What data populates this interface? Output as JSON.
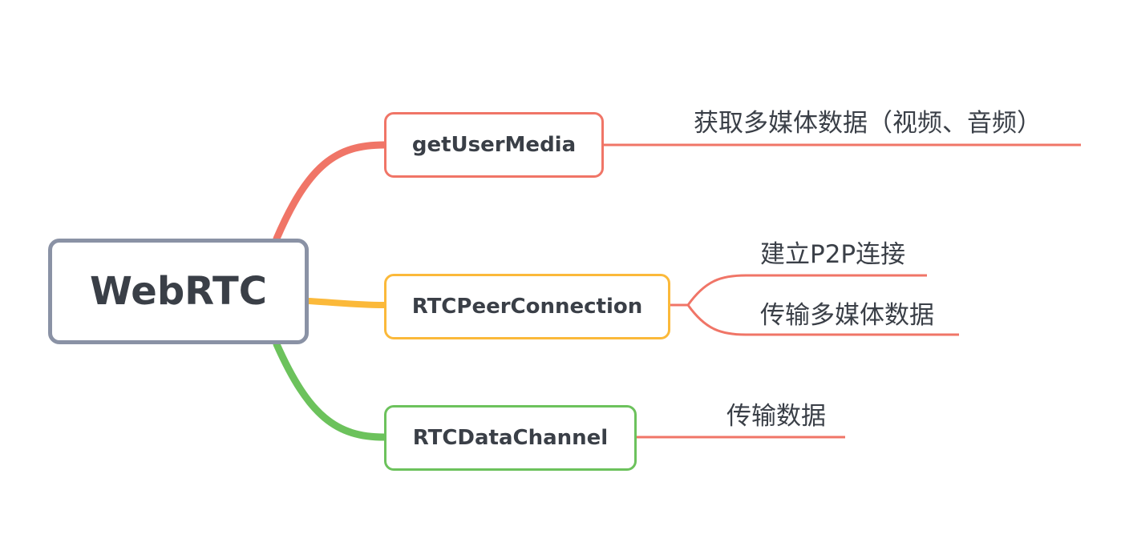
{
  "root": {
    "label": "WebRTC"
  },
  "branches": [
    {
      "label": "getUserMedia",
      "color": "#f07567",
      "children": [
        "获取多媒体数据（视频、音频）"
      ]
    },
    {
      "label": "RTCPeerConnection",
      "color": "#fbb93a",
      "children": [
        "建立P2P连接",
        "传输多媒体数据"
      ]
    },
    {
      "label": "RTCDataChannel",
      "color": "#6cc25c",
      "children": [
        "传输数据"
      ]
    }
  ],
  "leaf_line_color": "#f07567",
  "root_border_color": "#8a92a5"
}
